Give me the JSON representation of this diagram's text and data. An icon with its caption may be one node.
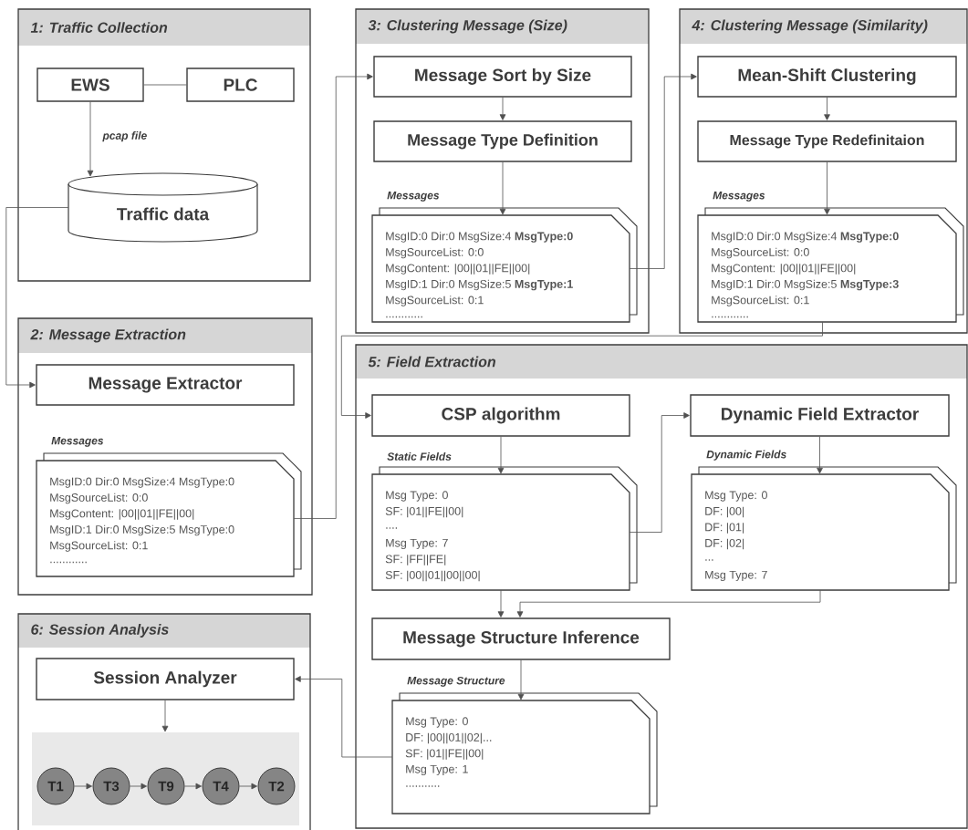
{
  "diagram": {
    "nodes": [
      {
        "text": [
          "1: Traffic Collection"
        ]
      },
      {
        "text": [
          "EWS"
        ],
        "in": 0
      },
      {
        "text": [
          "PLC"
        ],
        "in": 0
      },
      {
        "text": [
          "Traffic data"
        ],
        "in": 0
      },
      {
        "text": [
          "2: Message Extraction"
        ]
      },
      {
        "text": [
          "Message Extractor"
        ],
        "in": 4
      },
      {
        "text": [
          "Messages",
          "MsgID:0 Dir:0 MsgSize:4 MsgType:0",
          "MsgSourceList: 0:0",
          "MsgContent: |00||01||FE||00|",
          "MsgID:1 Dir:0 MsgSize:5 MsgType:0",
          "MsgSourceList: 0:1",
          "............"
        ],
        "in": 4
      },
      {
        "text": [
          "3: Clustering Message (Size)"
        ]
      },
      {
        "text": [
          "Message Sort by Size"
        ],
        "in": 7
      },
      {
        "text": [
          "Message Type Definition"
        ],
        "in": 7
      },
      {
        "text": [
          "Messages",
          "MsgID:0 Dir:0 MsgSize:4 **MsgType:0**",
          "MsgSourceList: 0:0",
          "MsgContent: |00||01||FE||00|",
          "MsgID:1 Dir:0 MsgSize:5 **MsgType:1**",
          "MsgSourceList: 0:1",
          "............"
        ],
        "in": 7
      },
      {
        "text": [
          "4: Clustering Message (Similarity)"
        ]
      },
      {
        "text": [
          "Mean-Shift Clustering"
        ],
        "in": 11
      },
      {
        "text": [
          "Message Type Redefinitaion"
        ],
        "in": 11
      },
      {
        "text": [
          "Messages",
          "MsgID:0 Dir:0 MsgSize:4 **MsgType:0**",
          "MsgSourceList: 0:0",
          "MsgContent: |00||01||FE||00|",
          "MsgID:1 Dir:0 MsgSize:5 **MsgType:3**",
          "MsgSourceList: 0:1",
          "............"
        ],
        "in": 11
      },
      {
        "text": [
          "5: Field Extraction"
        ]
      },
      {
        "text": [
          "CSP algorithm"
        ],
        "in": 15
      },
      {
        "text": [
          "Dynamic Field Extractor"
        ],
        "in": 15
      },
      {
        "text": [
          "Static Fields",
          "Msg Type: 0",
          "SF: |01||FE||00|",
          "....",
          "Msg Type: 7",
          "SF: |FF||FE|",
          "SF: |00||01||00||00|"
        ],
        "in": 15
      },
      {
        "text": [
          "Dynamic Fields",
          "Msg Type: 0",
          "DF: |00|",
          "DF: |01|",
          "DF: |02|",
          "...",
          "Msg Type: 7"
        ],
        "in": 15
      },
      {
        "text": [
          "Message Structure Inference"
        ],
        "in": 15
      },
      {
        "text": [
          "Message Structure",
          "Msg Type: 0",
          "DF: |00||01||02|...",
          "SF: |01||FE||00|",
          "Msg Type: 1",
          "..........."
        ],
        "in": 15
      },
      {
        "text": [
          "6: Session Analysis"
        ]
      },
      {
        "text": [
          "Session Analyzer"
        ],
        "in": 22
      },
      {
        "text": [],
        "shape": "box",
        "in": 22
      },
      {
        "text": [
          "T1"
        ],
        "in": 24
      },
      {
        "text": [
          "T3"
        ],
        "in": 24
      },
      {
        "text": [
          "T9"
        ],
        "in": 24
      },
      {
        "text": [
          "T4"
        ],
        "in": 24
      },
      {
        "text": [
          "T2"
        ],
        "in": 24
      }
    ],
    "edges": [
      {
        "from": 1,
        "to": 2,
        "arrow": "none"
      },
      {
        "from": 1,
        "to": 3,
        "arrow": "to",
        "label": "pcap file"
      },
      {
        "from": 3,
        "to": 5,
        "arrow": "to"
      },
      {
        "from": 6,
        "to": 8,
        "arrow": "to"
      },
      {
        "from": 8,
        "to": 9,
        "arrow": "to"
      },
      {
        "from": 9,
        "to": 10,
        "arrow": "to"
      },
      {
        "from": 10,
        "to": 12,
        "arrow": "to"
      },
      {
        "from": 12,
        "to": 13,
        "arrow": "to"
      },
      {
        "from": 13,
        "to": 14,
        "arrow": "to"
      },
      {
        "from": 14,
        "to": 16,
        "arrow": "to"
      },
      {
        "from": 16,
        "to": 18,
        "arrow": "to"
      },
      {
        "from": 17,
        "to": 19,
        "arrow": "to"
      },
      {
        "from": 18,
        "to": 17,
        "arrow": "to"
      },
      {
        "from": 18,
        "to": 20,
        "arrow": "to"
      },
      {
        "from": 19,
        "to": 20,
        "arrow": "to"
      },
      {
        "from": 20,
        "to": 21,
        "arrow": "to"
      },
      {
        "from": 21,
        "to": 23,
        "arrow": "to"
      },
      {
        "from": 23,
        "to": 24,
        "arrow": "to"
      },
      {
        "from": 25,
        "to": 26,
        "arrow": "to"
      },
      {
        "from": 26,
        "to": 27,
        "arrow": "to"
      },
      {
        "from": 27,
        "to": 28,
        "arrow": "to"
      },
      {
        "from": 28,
        "to": 29,
        "arrow": "to"
      }
    ]
  }
}
